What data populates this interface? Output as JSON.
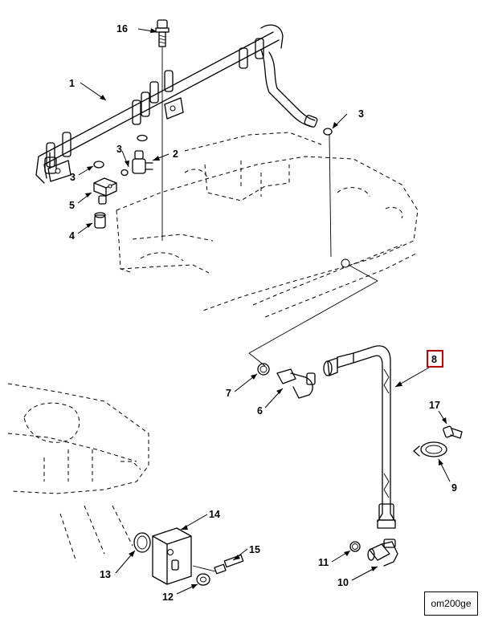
{
  "callouts": {
    "c1": "1",
    "c2": "2",
    "c3a": "3",
    "c3b": "3",
    "c3c": "3",
    "c4": "4",
    "c5": "5",
    "c6": "6",
    "c7": "7",
    "c8": "8",
    "c9": "9",
    "c10": "10",
    "c11": "11",
    "c12": "12",
    "c13": "13",
    "c14": "14",
    "c15": "15",
    "c16": "16",
    "c17": "17"
  },
  "highlighted_callout": "8",
  "colors": {
    "line": "#000000",
    "highlight": "#cc0000",
    "background": "#ffffff"
  },
  "figure_code": "om200ge"
}
